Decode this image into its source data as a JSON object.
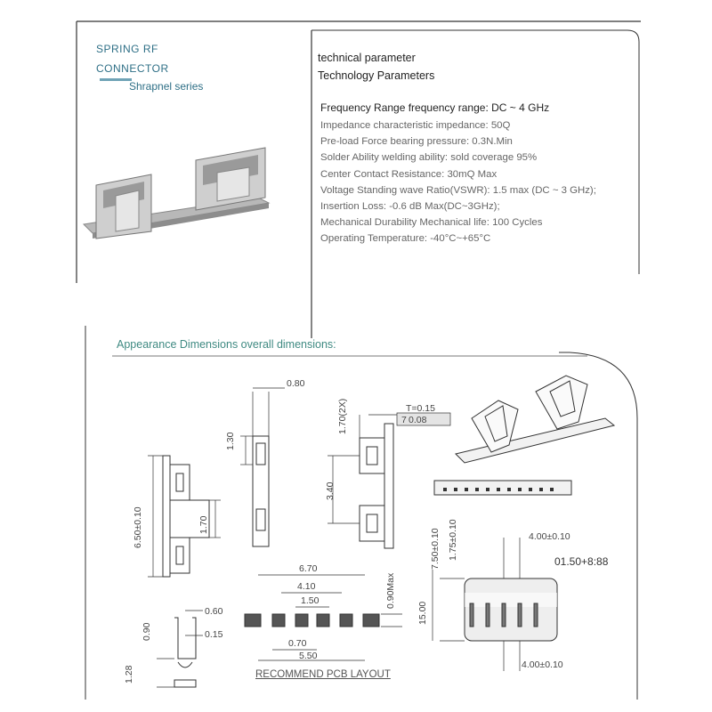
{
  "brand": {
    "line1": "SPRING RF",
    "line2": "CONNECTOR",
    "line3": "Shrapnel series"
  },
  "tech": {
    "title": "technical parameter",
    "subtitle": "Technology Parameters",
    "frequency": "Frequency Range frequency range: DC ~ 4 GHz",
    "params": [
      "Impedance characteristic impedance: 50Q",
      "Pre-load Force bearing pressure: 0.3N.Min",
      "Solder Ability welding ability: sold coverage 95%",
      "Center Contact Resistance: 30mQ Max",
      "Voltage Standing wave Ratio(VSWR): 1.5 max (DC ~ 3 GHz);",
      "Insertion Loss: -0.6 dB Max(DC~3GHz);",
      "Mechanical Durability Mechanical life: 100 Cycles",
      "Operating Temperature: -40°C~+65°C"
    ]
  },
  "appearance_title": "Appearance Dimensions overall dimensions:",
  "dims": {
    "d080": "0.80",
    "d130": "1.30",
    "d170x2": "1.70(2X)",
    "t015": "T=0.15",
    "d008": "0.08",
    "d008_prefix": "7",
    "d650": "6.50±0.10",
    "d170": "1.70",
    "d340": "3.40",
    "d670": "6.70",
    "d410": "4.10",
    "d150": "1.50",
    "d090max": "0.90Max",
    "d070": "0.70",
    "d550": "5.50",
    "d090": "0.90",
    "d060": "0.60",
    "d015": "0.15",
    "d128": "1.28",
    "d750": "7.50±0.10",
    "d175": "1.75±0.10",
    "d400a": "4.00±0.10",
    "d1500": "15.00",
    "d400b": "4.00±0.10"
  },
  "tolerance_note": "01.50+8:88",
  "pcb_label": "RECOMMEND PCB LAYOUT",
  "colors": {
    "brand": "#2e6f86",
    "heading": "#3f8a82",
    "frame": "#555555"
  }
}
